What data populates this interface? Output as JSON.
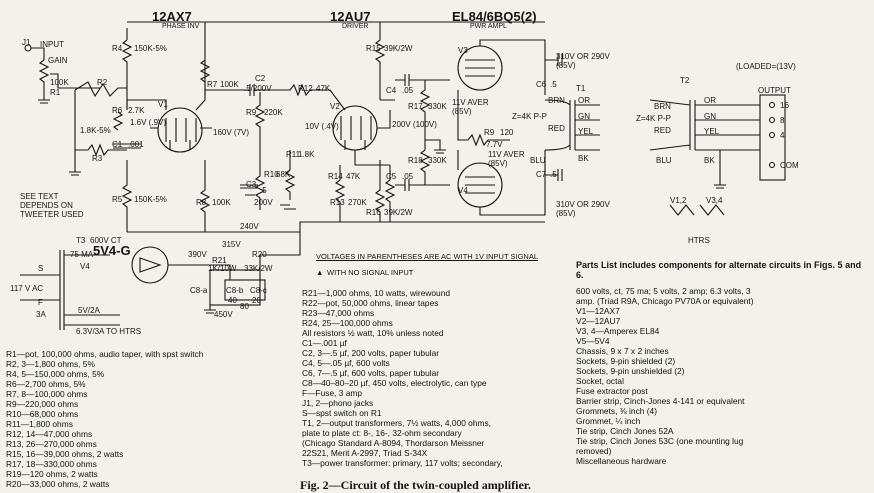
{
  "titles": {
    "v1_tube": "12AX7",
    "v1_role": "PHASE INV",
    "v2_tube": "12AU7",
    "v2_role": "DRIVER",
    "out_tube": "EL84/6BQ5(2)",
    "out_role": "PWR AMPL",
    "rect_tube": "5V4-G"
  },
  "schematic_labels": {
    "j1": "J1",
    "input": "INPUT",
    "gain": "GAIN",
    "r1_val": "100K",
    "r1": "R1",
    "r4": "R4",
    "r4_val": "150K-5%",
    "r2": "R2",
    "r2_val": "1.8K-5%",
    "r6": "R6",
    "r6_val": "2.7K",
    "r3": "R3",
    "c1": "C1",
    "c1_val": ".001",
    "r5": "R5",
    "r5_val": "150K-5%",
    "v1": "V1",
    "v1_bias": "1.6V (.9V)",
    "r7": "R7",
    "r7_val": "100K",
    "v1_plate": "160V (7V)",
    "c2": "C2",
    "c2_val": ".5/200V",
    "r9": "R9",
    "r9_val": "220K",
    "r11": "R11",
    "r11_val": "1.8K",
    "r10": "R10",
    "r10_val": "68K",
    "c3": "C3",
    "c3_val": ".5",
    "c3_volt": "200V",
    "r8": "R8",
    "r8_val": "100K",
    "r12": "R12",
    "r12_val": "47K",
    "v2": "V2",
    "v2_bias": "10V (.4V)",
    "r14": "R14",
    "r14_val": "47K",
    "r13": "R13",
    "r13_val": "270K",
    "v2_plate": "200V (100V)",
    "r15": "R15",
    "r15_val": "39K/2W",
    "r16": "R16",
    "r16_val": "39K/2W",
    "c4": "C4",
    "c4_val": ".05",
    "c5": "C5",
    "c5_val": ".05",
    "r17": "R17",
    "r17_val": "330K",
    "r18": "R18",
    "r18_val": "330K",
    "v3": "V3",
    "v4": "V4",
    "v3_ac": "11V AVER (85V)",
    "v4_ac": "11V AVER (85V)",
    "r9b": "R9",
    "r9b_val": "120",
    "dc77": "7.7V",
    "c6": "C6",
    "c6_val": ".5",
    "c7": "C7",
    "c7_val": ".5",
    "b_top": "310V OR 290V (85V)",
    "b_bot": "310V OR 290V (85V)",
    "t1": "T1",
    "t1_imp": "Z=4K P-P",
    "brn": "BRN",
    "red": "RED",
    "blu": "BLU",
    "or": "OR",
    "gn": "GN",
    "yel": "YEL",
    "bk": "BK",
    "t2": "T2",
    "t2_imp": "Z=4K P-P",
    "brn2": "BRN",
    "red2": "RED",
    "blu2": "BLU",
    "or2": "OR",
    "gn2": "GN",
    "yel2": "YEL",
    "bk2": "BK",
    "loaded": "(LOADED=(13V)",
    "output": "OUTPUT",
    "o16": "16",
    "o8": "8",
    "o4": "4",
    "com": "COM",
    "v12": "V1,2",
    "v34": "V3,4",
    "htrs": "HTRS",
    "see_text": "SEE TEXT DEPENDS ON TWEETER USED",
    "t3": "T3",
    "ct600": "600V CT",
    "ma75": "75 MA",
    "v4r": "V4",
    "v5v": "5V/2A",
    "v63": "6.3V/3A TO HTRS",
    "s": "S",
    "ac": "117 V AC",
    "f": "F",
    "f_val": "3A",
    "v390": "390V",
    "r21": "R21",
    "r21_val": "1K/10W",
    "v315": "315V",
    "r20": "R20",
    "r20_val": "33K/2W",
    "c8a": "C8-a",
    "c8b": "C8-b",
    "c8c": "C8-c",
    "n40": "40",
    "n20": "20",
    "n80": "80",
    "v450": "450V",
    "v240": "240V"
  },
  "notes": {
    "volt_note": "VOLTAGES IN PARENTHESES ARE AC WITH 1V INPUT SIGNAL",
    "no_signal": "WITH NO SIGNAL INPUT"
  },
  "parts_left": [
    "R1—pot, 100,000 ohms, audio taper, with spst switch",
    "R2, 3—1,800 ohms, 5%",
    "R4, 5—150,000 ohms, 5%",
    "R6—2,700 ohms, 5%",
    "R7, 8—100,000 ohms",
    "R9—220,000 ohms",
    "R10—68,000 ohms",
    "R11—1,800 ohms",
    "R12, 14—47,000 ohms",
    "R13, 26—270,000 ohms",
    "R15, 16—39,000 ohms, 2 watts",
    "R17, 18—330,000 ohms",
    "R19—120 ohms, 2 watts",
    "R20—33,000 ohms, 2 watts"
  ],
  "parts_mid": [
    "R21—1,000 ohms, 10 watts, wirewound",
    "R22—pot, 50,000 ohms, linear tapes",
    "R23—47,000 ohms",
    "R24, 25—100,000 ohms",
    "All resistors ½ watt, 10% unless noted",
    "C1—.001 µf",
    "C2, 3—.5 µf, 200 volts, paper tubular",
    "C4, 5—.05 µf, 600 volts",
    "C6, 7—.5 µf, 600 volts, paper tubular",
    "C8—40–80–20 µf, 450 volts, electrolytic, can type",
    "F—Fuse, 3 amp",
    "J1, 2—phono jacks",
    "S—spst switch on R1",
    "T1, 2—output transformers, 7½ watts, 4,000 ohms,",
    "   plate to plate ct: 8-, 16-, 32-ohm secondary",
    "   (Chicago Standard A-8094, Thordarson Meissner",
    "   22S21, Merit A-2997, Triad S-34X",
    "T3—power transformer: primary, 117 volts; secondary,"
  ],
  "parts_right_head": "Parts List includes components for alternate circuits in Figs. 5 and 6.",
  "parts_right": [
    "   600 volts, ct, 75 ma; 5 volts, 2 amp; 6.3 volts, 3",
    "   amp. (Triad R9A, Chicago PV70A or equivalent)",
    "V1—12AX7",
    "V2—12AU7",
    "V3, 4—Amperex EL84",
    "V5—5V4",
    "Chassis, 9 x 7 x 2 inches",
    "Sockets, 9-pin shielded (2)",
    "Sockets, 9-pin unshielded (2)",
    "Socket, octal",
    "Fuse extractor post",
    "Barrier strip, Cinch-Jones 4-141 or equivalent",
    "Grommets, ⅜ inch (4)",
    "Grommet, ¼ inch",
    "Tie strip, Cinch Jones 52A",
    "Tie strip, Cinch Jones 53C (one mounting lug",
    "   removed)",
    "Miscellaneous hardware"
  ],
  "caption": "Fig. 2—Circuit of the twin-coupled amplifier."
}
